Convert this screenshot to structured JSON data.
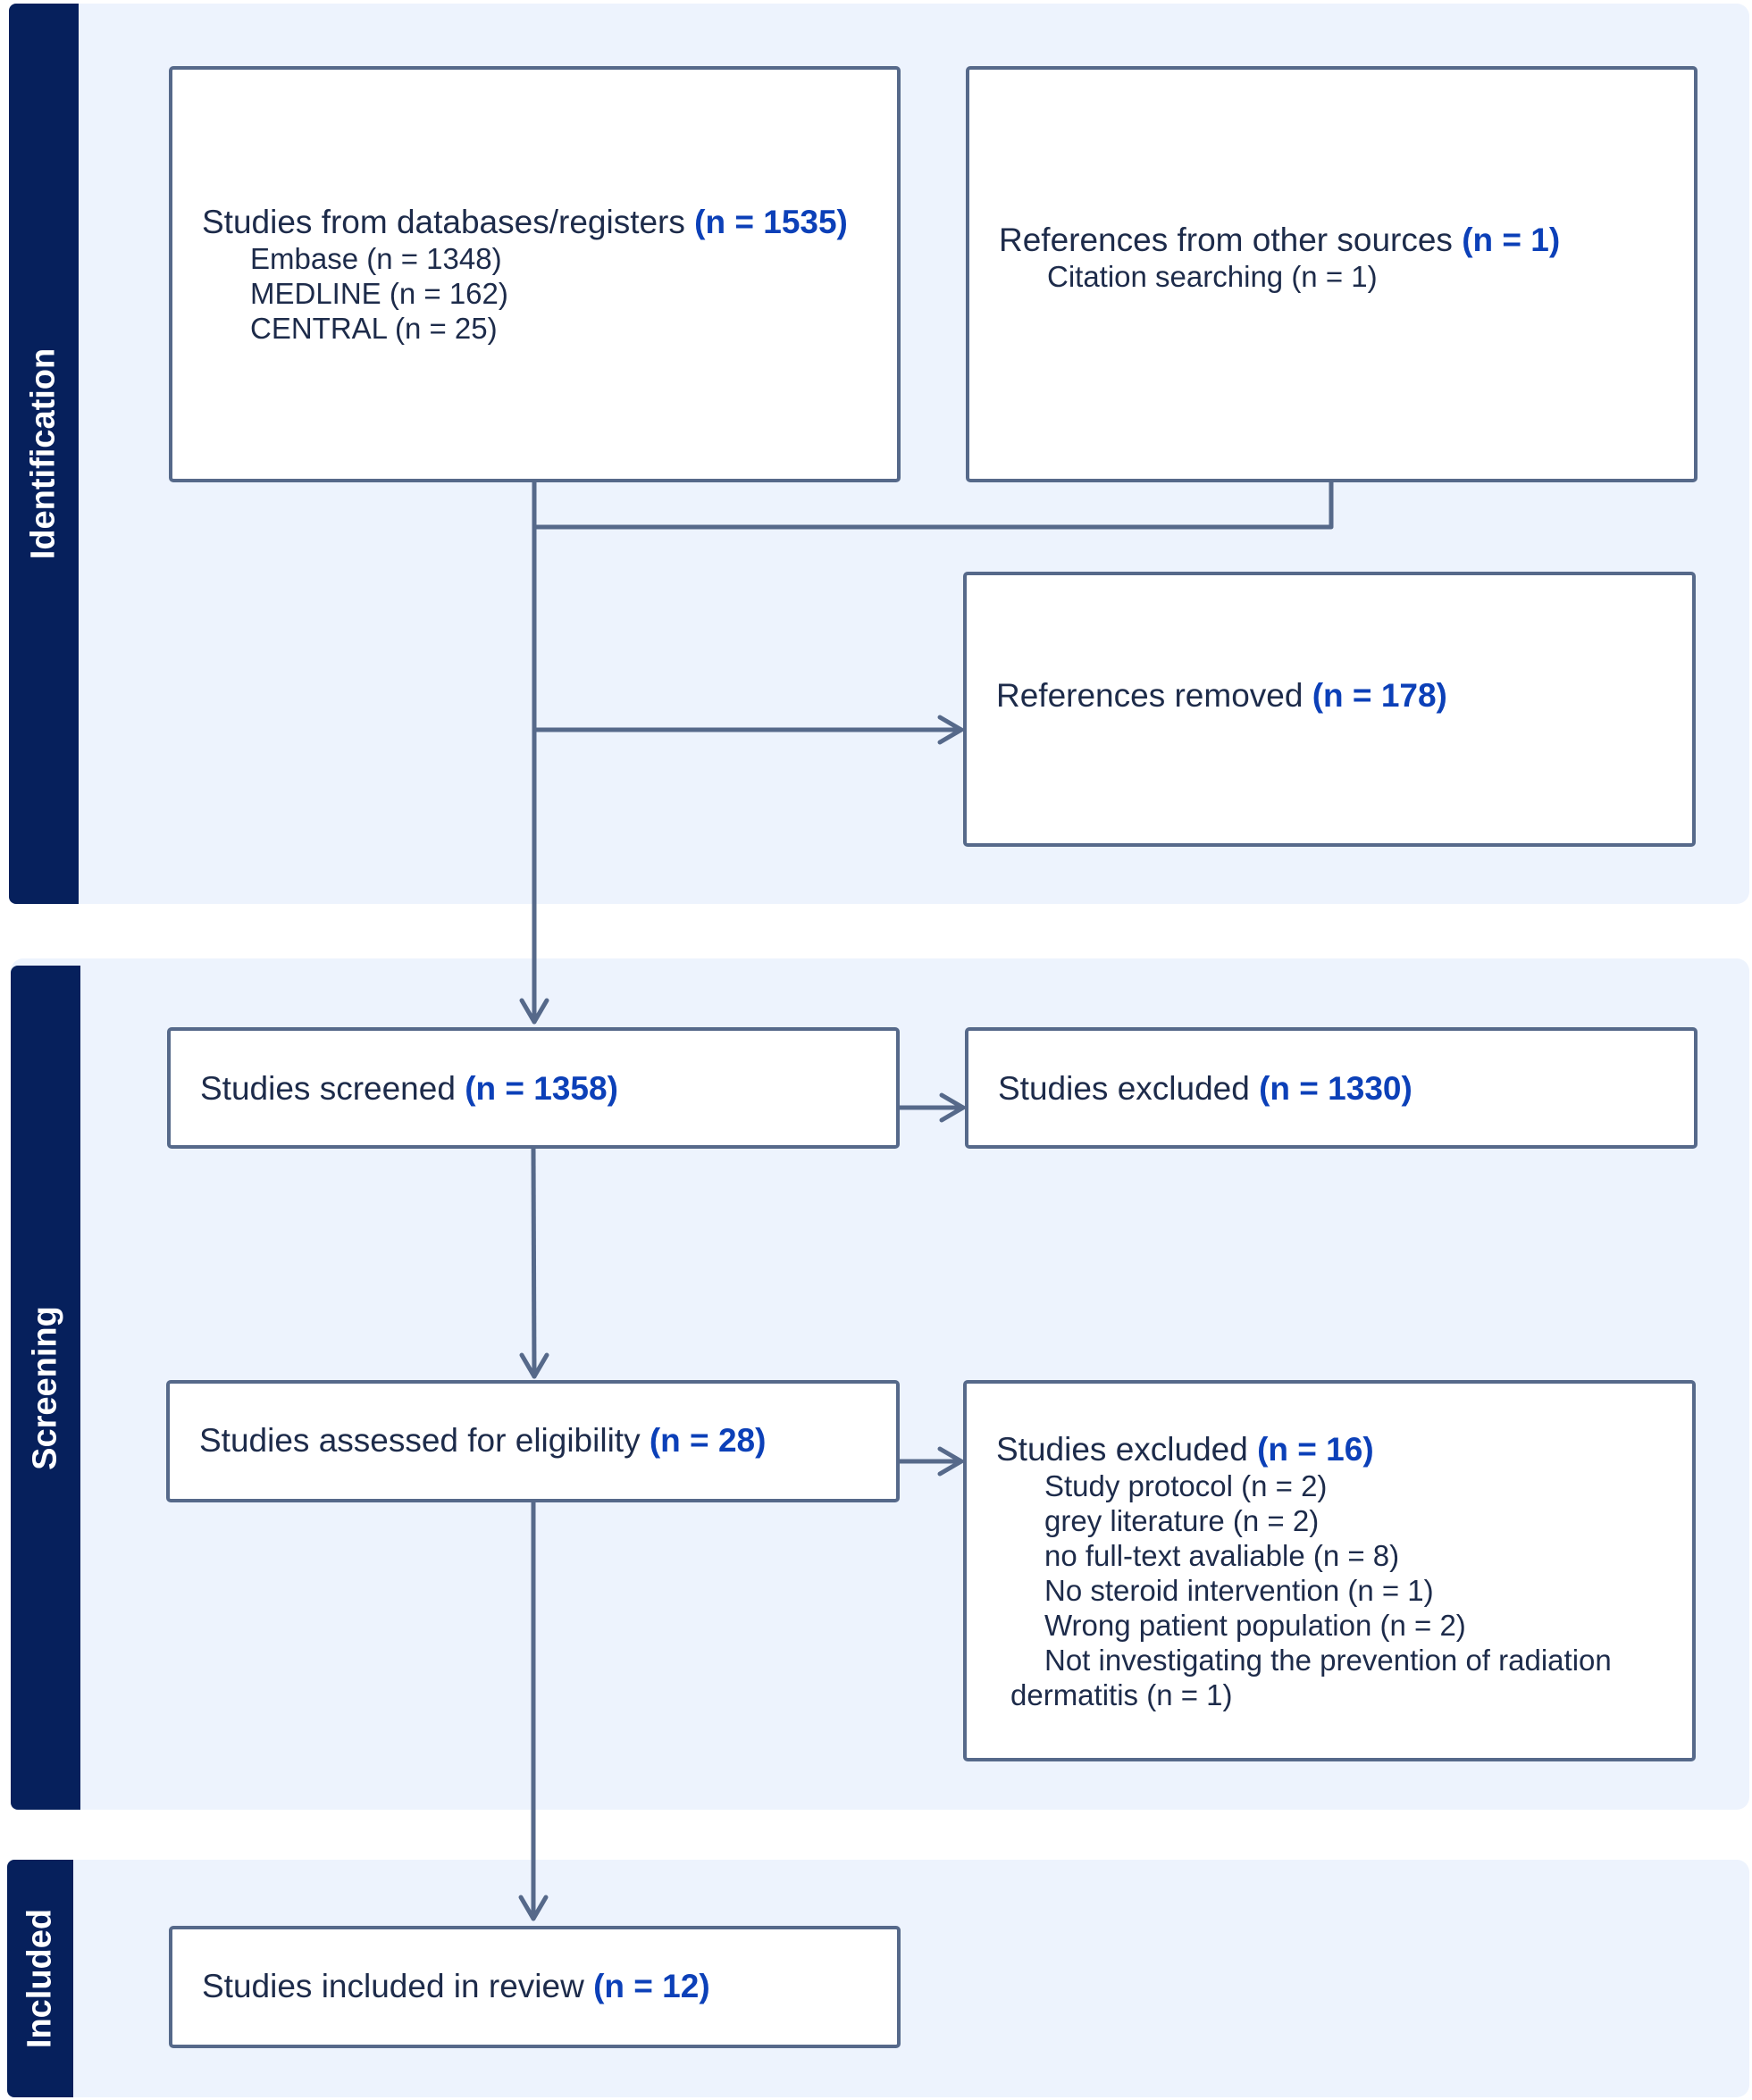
{
  "sections": {
    "identification": "Identification",
    "screening": "Screening",
    "included": "Included"
  },
  "boxes": {
    "databases": {
      "label": "Studies from databases/registers",
      "count": "(n = 1535)",
      "items": [
        "Embase (n = 1348)",
        "MEDLINE (n = 162)",
        "CENTRAL (n = 25)"
      ]
    },
    "other_sources": {
      "label": "References from other sources",
      "count": "(n = 1)",
      "items": [
        "Citation searching (n = 1)"
      ]
    },
    "removed": {
      "label": "References removed",
      "count": "(n = 178)"
    },
    "screened": {
      "label": "Studies screened",
      "count": "(n = 1358)"
    },
    "excluded_screening": {
      "label": "Studies excluded",
      "count": "(n = 1330)"
    },
    "eligibility": {
      "label": "Studies assessed for eligibility",
      "count": "(n = 28)"
    },
    "excluded_eligibility": {
      "label": "Studies excluded",
      "count": "(n = 16)",
      "items": [
        "Study protocol (n = 2)",
        "grey literature (n = 2)",
        "no full-text avaliable (n = 8)",
        "No steroid intervention (n = 1)",
        "Wrong patient population (n = 2)",
        "Not investigating the prevention of radiation"
      ],
      "continuation": "dermatitis (n = 1)"
    },
    "included": {
      "label": "Studies included in review",
      "count": "(n = 12)"
    }
  },
  "colors": {
    "section_background": "#edf3fd",
    "section_tab": "#06205c",
    "box_border": "#56698a",
    "count_text": "#0c40b8",
    "arrow": "#56698a"
  }
}
